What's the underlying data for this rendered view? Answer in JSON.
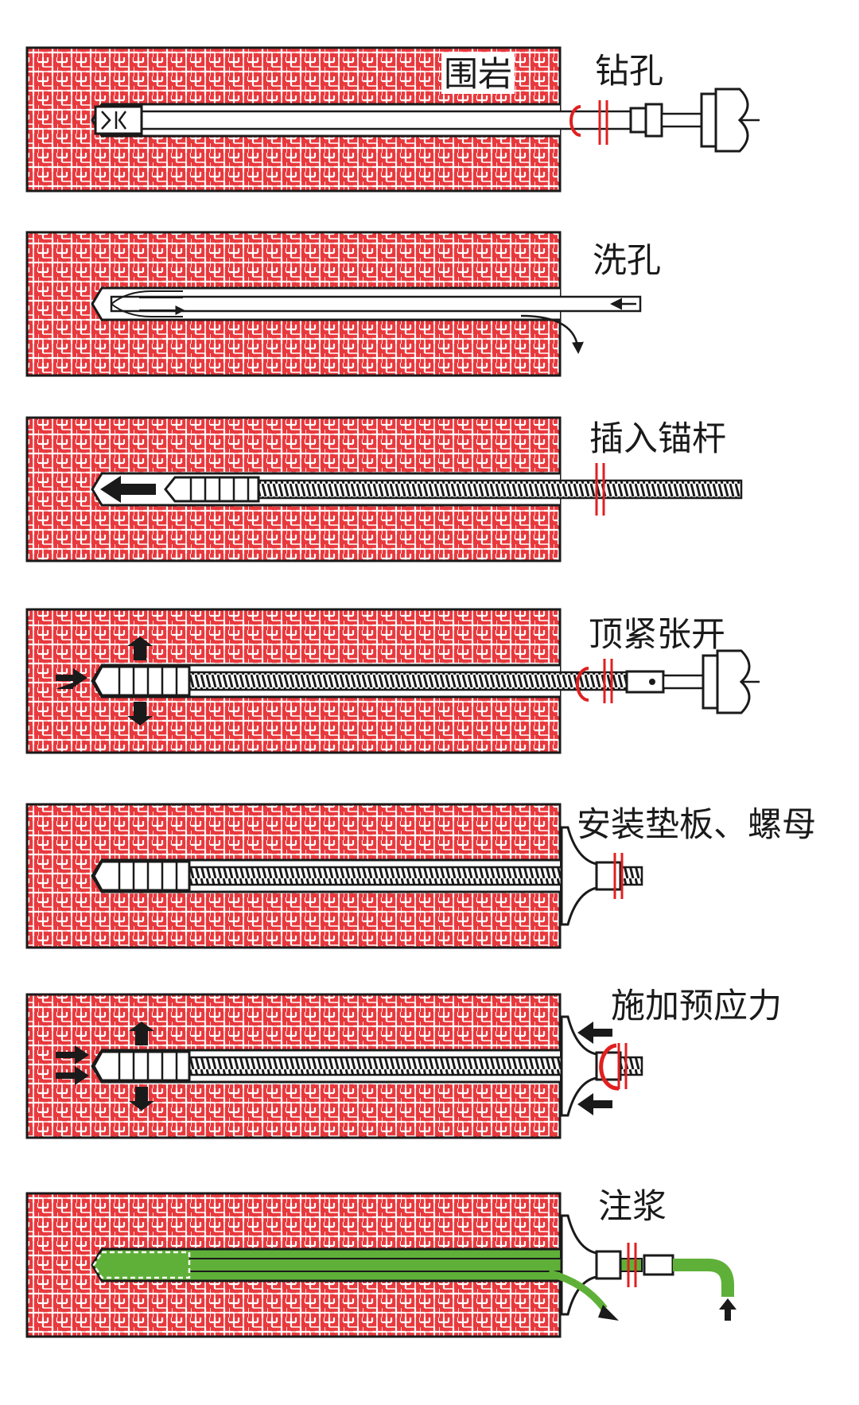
{
  "rock_label": "围岩",
  "steps": [
    {
      "label": "钻孔"
    },
    {
      "label": "洗孔"
    },
    {
      "label": "插入锚杆"
    },
    {
      "label": "顶紧张开"
    },
    {
      "label": "安装垫板、螺母"
    },
    {
      "label": "施加预应力"
    },
    {
      "label": "注浆"
    }
  ],
  "colors": {
    "rock": "#e8393d",
    "rock_pattern": "#ffffff",
    "outline": "#1a1a1a",
    "grout": "#5fb038",
    "rotation": "#e02020"
  }
}
